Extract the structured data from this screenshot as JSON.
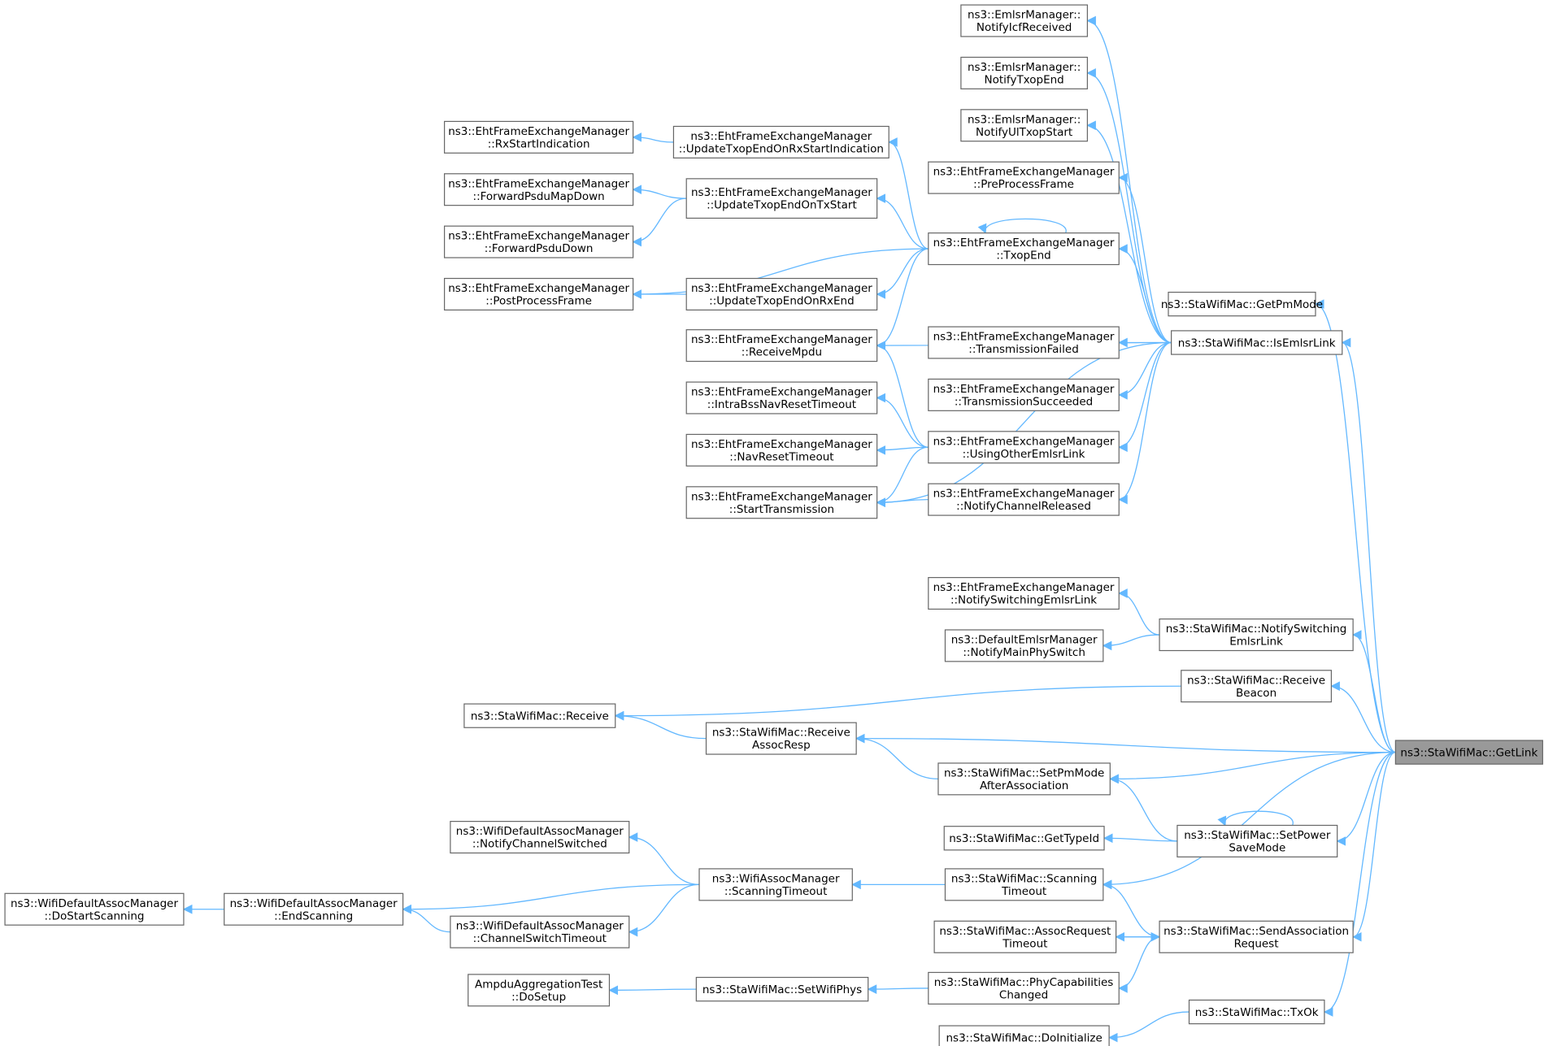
{
  "target": "sgl",
  "nodes": [
    {
      "id": "sgl",
      "lines": [
        "ns3::StaWifiMac::GetLink"
      ],
      "target": true
    },
    {
      "id": "gpm",
      "lines": [
        "ns3::StaWifiMac::GetPmMode"
      ]
    },
    {
      "id": "iel",
      "lines": [
        "ns3::StaWifiMac::IsEmlsrLink"
      ]
    },
    {
      "id": "nicf",
      "lines": [
        "ns3::EmlsrManager::",
        "NotifyIcfReceived"
      ]
    },
    {
      "id": "nte",
      "lines": [
        "ns3::EmlsrManager::",
        "NotifyTxopEnd"
      ]
    },
    {
      "id": "nuts",
      "lines": [
        "ns3::EmlsrManager::",
        "NotifyUlTxopStart"
      ]
    },
    {
      "id": "ppf",
      "lines": [
        "ns3::EhtFrameExchangeManager",
        "::PreProcessFrame"
      ]
    },
    {
      "id": "txe",
      "lines": [
        "ns3::EhtFrameExchangeManager",
        "::TxopEnd"
      ]
    },
    {
      "id": "utrs",
      "lines": [
        "ns3::EhtFrameExchangeManager",
        "::UpdateTxopEndOnRxStartIndication"
      ]
    },
    {
      "id": "rsi",
      "lines": [
        "ns3::EhtFrameExchangeManager",
        "::RxStartIndication"
      ]
    },
    {
      "id": "utts",
      "lines": [
        "ns3::EhtFrameExchangeManager",
        "::UpdateTxopEndOnTxStart"
      ]
    },
    {
      "id": "fpmd",
      "lines": [
        "ns3::EhtFrameExchangeManager",
        "::ForwardPsduMapDown"
      ]
    },
    {
      "id": "fpd",
      "lines": [
        "ns3::EhtFrameExchangeManager",
        "::ForwardPsduDown"
      ]
    },
    {
      "id": "post",
      "lines": [
        "ns3::EhtFrameExchangeManager",
        "::PostProcessFrame"
      ]
    },
    {
      "id": "utre",
      "lines": [
        "ns3::EhtFrameExchangeManager",
        "::UpdateTxopEndOnRxEnd"
      ]
    },
    {
      "id": "rmp",
      "lines": [
        "ns3::EhtFrameExchangeManager",
        "::ReceiveMpdu"
      ]
    },
    {
      "id": "tf",
      "lines": [
        "ns3::EhtFrameExchangeManager",
        "::TransmissionFailed"
      ]
    },
    {
      "id": "ts",
      "lines": [
        "ns3::EhtFrameExchangeManager",
        "::TransmissionSucceeded"
      ]
    },
    {
      "id": "ibnrt",
      "lines": [
        "ns3::EhtFrameExchangeManager",
        "::IntraBssNavResetTimeout"
      ]
    },
    {
      "id": "uoel",
      "lines": [
        "ns3::EhtFrameExchangeManager",
        "::UsingOtherEmlsrLink"
      ]
    },
    {
      "id": "nrt",
      "lines": [
        "ns3::EhtFrameExchangeManager",
        "::NavResetTimeout"
      ]
    },
    {
      "id": "st",
      "lines": [
        "ns3::EhtFrameExchangeManager",
        "::StartTransmission"
      ]
    },
    {
      "id": "ncr",
      "lines": [
        "ns3::EhtFrameExchangeManager",
        "::NotifyChannelReleased"
      ]
    },
    {
      "id": "nsel_fem",
      "lines": [
        "ns3::EhtFrameExchangeManager",
        "::NotifySwitchingEmlsrLink"
      ]
    },
    {
      "id": "nmps",
      "lines": [
        "ns3::DefaultEmlsrManager",
        "::NotifyMainPhySwitch"
      ]
    },
    {
      "id": "nsel",
      "lines": [
        "ns3::StaWifiMac::NotifySwitching",
        "EmlsrLink"
      ]
    },
    {
      "id": "rb",
      "lines": [
        "ns3::StaWifiMac::Receive",
        "Beacon"
      ]
    },
    {
      "id": "recv",
      "lines": [
        "ns3::StaWifiMac::Receive"
      ]
    },
    {
      "id": "rar",
      "lines": [
        "ns3::StaWifiMac::Receive",
        "AssocResp"
      ]
    },
    {
      "id": "spaa",
      "lines": [
        "ns3::StaWifiMac::SetPmMode",
        "AfterAssociation"
      ]
    },
    {
      "id": "gtid",
      "lines": [
        "ns3::StaWifiMac::GetTypeId"
      ]
    },
    {
      "id": "sps",
      "lines": [
        "ns3::StaWifiMac::SetPower",
        "SaveMode"
      ]
    },
    {
      "id": "ncs",
      "lines": [
        "ns3::WifiDefaultAssocManager",
        "::NotifyChannelSwitched"
      ]
    },
    {
      "id": "wst",
      "lines": [
        "ns3::WifiAssocManager",
        "::ScanningTimeout"
      ]
    },
    {
      "id": "sst",
      "lines": [
        "ns3::StaWifiMac::Scanning",
        "Timeout"
      ]
    },
    {
      "id": "dss",
      "lines": [
        "ns3::WifiDefaultAssocManager",
        "::DoStartScanning"
      ]
    },
    {
      "id": "es",
      "lines": [
        "ns3::WifiDefaultAssocManager",
        "::EndScanning"
      ]
    },
    {
      "id": "cst",
      "lines": [
        "ns3::WifiDefaultAssocManager",
        "::ChannelSwitchTimeout"
      ]
    },
    {
      "id": "art",
      "lines": [
        "ns3::StaWifiMac::AssocRequest",
        "Timeout"
      ]
    },
    {
      "id": "sar",
      "lines": [
        "ns3::StaWifiMac::SendAssociation",
        "Request"
      ]
    },
    {
      "id": "ads",
      "lines": [
        "AmpduAggregationTest",
        "::DoSetup"
      ]
    },
    {
      "id": "swp",
      "lines": [
        "ns3::StaWifiMac::SetWifiPhys"
      ]
    },
    {
      "id": "pcc",
      "lines": [
        "ns3::StaWifiMac::PhyCapabilities",
        "Changed"
      ]
    },
    {
      "id": "txok",
      "lines": [
        "ns3::StaWifiMac::TxOk"
      ]
    },
    {
      "id": "dini",
      "lines": [
        "ns3::StaWifiMac::DoInitialize"
      ]
    }
  ],
  "edges": [
    {
      "from": "gpm",
      "to": "sgl"
    },
    {
      "from": "iel",
      "to": "sgl"
    },
    {
      "from": "nsel",
      "to": "sgl"
    },
    {
      "from": "rb",
      "to": "sgl"
    },
    {
      "from": "rar",
      "to": "sgl"
    },
    {
      "from": "spaa",
      "to": "sgl"
    },
    {
      "from": "sps",
      "to": "sgl"
    },
    {
      "from": "sst",
      "to": "sgl"
    },
    {
      "from": "sar",
      "to": "sgl"
    },
    {
      "from": "txok",
      "to": "sgl"
    },
    {
      "from": "nicf",
      "to": "iel"
    },
    {
      "from": "nte",
      "to": "iel"
    },
    {
      "from": "nuts",
      "to": "iel"
    },
    {
      "from": "ppf",
      "to": "iel"
    },
    {
      "from": "txe",
      "to": "iel"
    },
    {
      "from": "rmp",
      "to": "iel"
    },
    {
      "from": "tf",
      "to": "iel"
    },
    {
      "from": "ts",
      "to": "iel"
    },
    {
      "from": "uoel",
      "to": "iel"
    },
    {
      "from": "ncr",
      "to": "iel"
    },
    {
      "from": "st",
      "to": "iel"
    },
    {
      "from": "txe",
      "to": "txe"
    },
    {
      "from": "utrs",
      "to": "txe"
    },
    {
      "from": "utts",
      "to": "txe"
    },
    {
      "from": "post",
      "to": "txe"
    },
    {
      "from": "utre",
      "to": "txe"
    },
    {
      "from": "rmp",
      "to": "txe"
    },
    {
      "from": "rsi",
      "to": "utrs"
    },
    {
      "from": "fpmd",
      "to": "utts"
    },
    {
      "from": "fpd",
      "to": "utts"
    },
    {
      "from": "post",
      "to": "utre"
    },
    {
      "from": "rmp",
      "to": "uoel"
    },
    {
      "from": "ibnrt",
      "to": "uoel"
    },
    {
      "from": "nrt",
      "to": "uoel"
    },
    {
      "from": "st",
      "to": "uoel"
    },
    {
      "from": "st",
      "to": "ncr"
    },
    {
      "from": "nsel_fem",
      "to": "nsel"
    },
    {
      "from": "nmps",
      "to": "nsel"
    },
    {
      "from": "recv",
      "to": "rb"
    },
    {
      "from": "recv",
      "to": "rar"
    },
    {
      "from": "rar",
      "to": "spaa"
    },
    {
      "from": "spaa",
      "to": "sps"
    },
    {
      "from": "gtid",
      "to": "sps"
    },
    {
      "from": "sps",
      "to": "sps"
    },
    {
      "from": "wst",
      "to": "sst"
    },
    {
      "from": "ncs",
      "to": "wst"
    },
    {
      "from": "es",
      "to": "wst"
    },
    {
      "from": "cst",
      "to": "wst"
    },
    {
      "from": "dss",
      "to": "es"
    },
    {
      "from": "es",
      "to": "cst"
    },
    {
      "from": "sst",
      "to": "sar"
    },
    {
      "from": "art",
      "to": "sar"
    },
    {
      "from": "sar",
      "to": "art"
    },
    {
      "from": "pcc",
      "to": "sar"
    },
    {
      "from": "swp",
      "to": "pcc"
    },
    {
      "from": "ads",
      "to": "swp"
    },
    {
      "from": "dini",
      "to": "txok"
    }
  ]
}
